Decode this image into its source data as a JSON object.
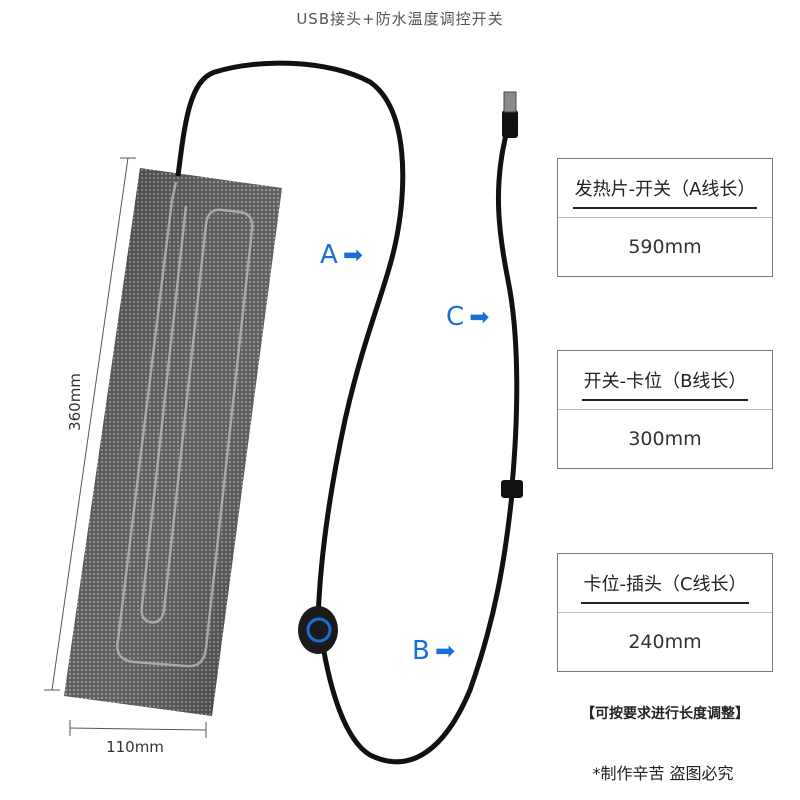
{
  "title": "USB接头+防水温度调控开关",
  "dimensions": {
    "height": "360mm",
    "width": "110mm"
  },
  "markers": [
    {
      "letter": "A",
      "arrow": "➡"
    },
    {
      "letter": "C",
      "arrow": "➡"
    },
    {
      "letter": "B",
      "arrow": "➡"
    }
  ],
  "info_boxes": [
    {
      "heading": "发热片-开关（A线长）",
      "value": "590mm"
    },
    {
      "heading": "开关-卡位（B线长）",
      "value": "300mm"
    },
    {
      "heading": "卡位-插头（C线长）",
      "value": "240mm"
    }
  ],
  "note": "【可按要求进行长度调整】",
  "copyright": "*制作辛苦 盗图必究",
  "colors": {
    "accent": "#1a6fd6",
    "pad": "#3c3c3c",
    "cable": "#111111"
  }
}
